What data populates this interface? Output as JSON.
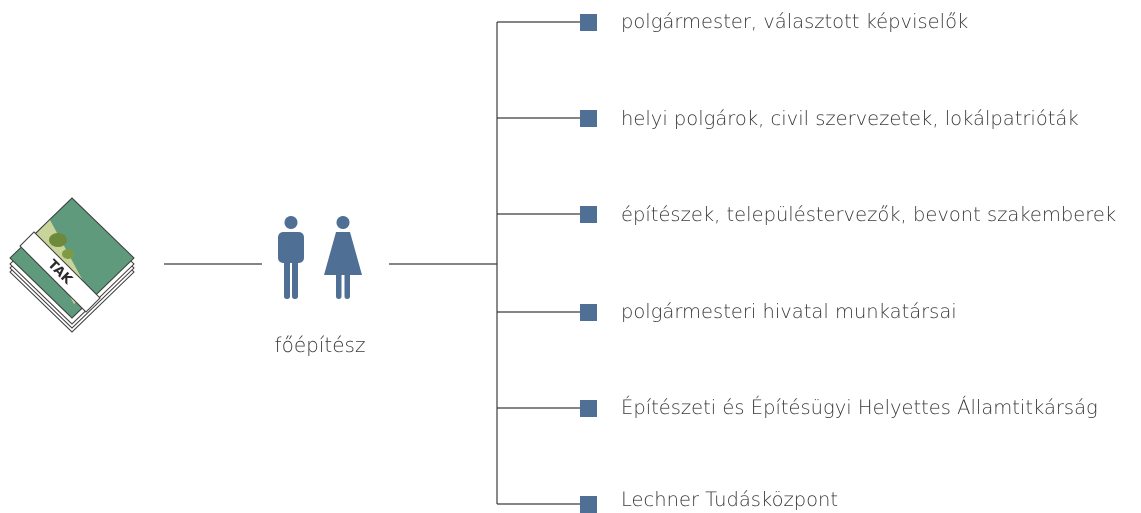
{
  "document": {
    "book_label": "TAK",
    "role_label": "főépítész"
  },
  "stakeholders": [
    {
      "label": "polgármester, választott képviselők"
    },
    {
      "label": "helyi polgárok, civil szervezetek, lokálpatrióták"
    },
    {
      "label": "építészek, településtervezők, bevont szakemberek"
    },
    {
      "label": "polgármesteri hivatal munkatársai"
    },
    {
      "label": "Építészeti és Építésügyi Helyettes Államtitkárság"
    },
    {
      "label": "Lechner Tudásközpont"
    }
  ],
  "colors": {
    "accent": "#4f6f95",
    "line": "#3c3c3c",
    "cover_green": "#5f9a7c",
    "text": "#3a3a3a"
  },
  "icons": {
    "document": "tak-book-icon",
    "people": "man-woman-icon"
  }
}
